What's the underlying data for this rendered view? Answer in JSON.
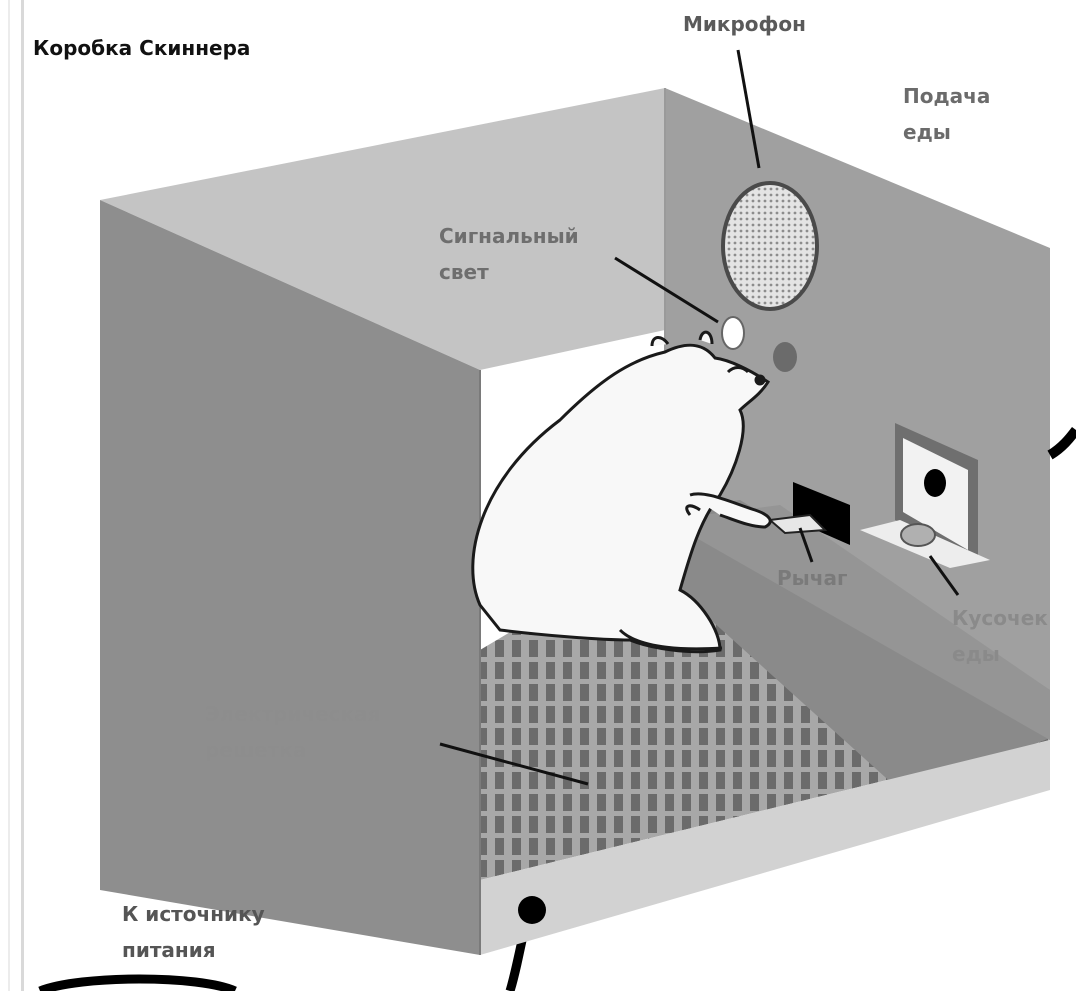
{
  "title": "Коробка Скиннера",
  "labels": {
    "microphone": "Микрофон",
    "food_feed": "Подача\nеды",
    "signal_light": "Сигнальный\nсвет",
    "lever": "Рычаг",
    "food_pellet": "Кусочек\nеды",
    "electric_grid": "Электрическая\nрешетка",
    "power_source": "К источнику\nпитания"
  },
  "colors": {
    "box_wall": "#8f8f8f",
    "box_wall_light": "#b9b9b9",
    "inner_wall": "#a3a3a3",
    "grid": "#6a6a6a",
    "rat": "#f7f7f7",
    "cable": "#000000"
  }
}
